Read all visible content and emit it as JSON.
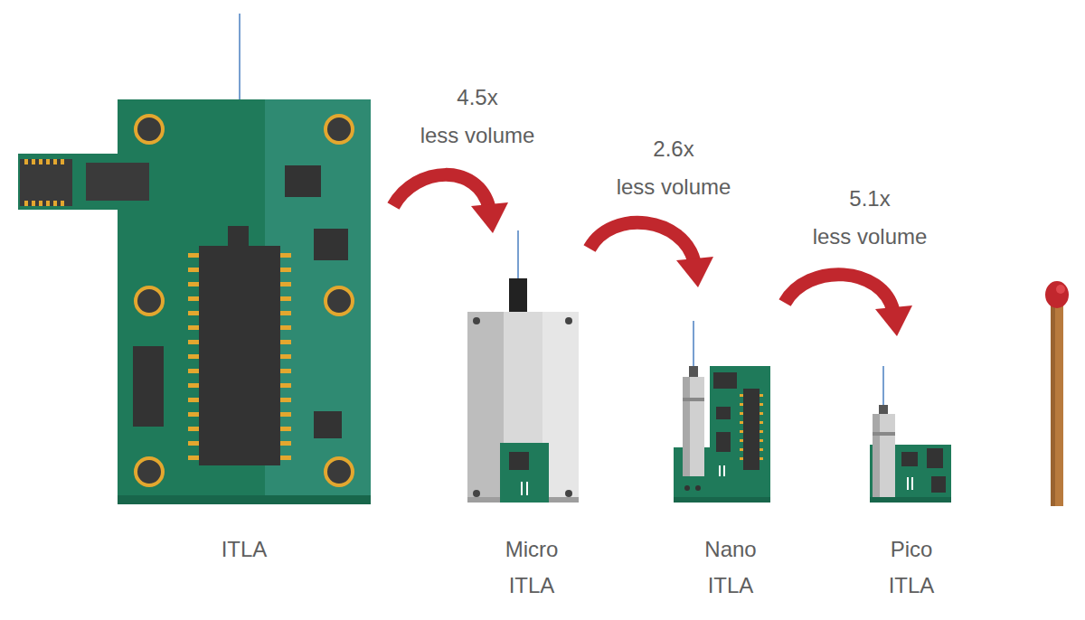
{
  "diagram": {
    "nodes": [
      {
        "text": [
          "ITLA"
        ]
      },
      {
        "text": [
          "Micro ITLA"
        ]
      },
      {
        "text": [
          "Nano ITLA"
        ]
      },
      {
        "text": [
          "Pico ITLA"
        ]
      }
    ],
    "edges": [
      {
        "from": 0,
        "to": 1,
        "arrow": "to",
        "label": "4.5x less volume"
      },
      {
        "from": 1,
        "to": 2,
        "arrow": "to",
        "label": "2.6x less volume"
      },
      {
        "from": 2,
        "to": 3,
        "arrow": "to",
        "label": "5.1x less volume"
      }
    ]
  }
}
